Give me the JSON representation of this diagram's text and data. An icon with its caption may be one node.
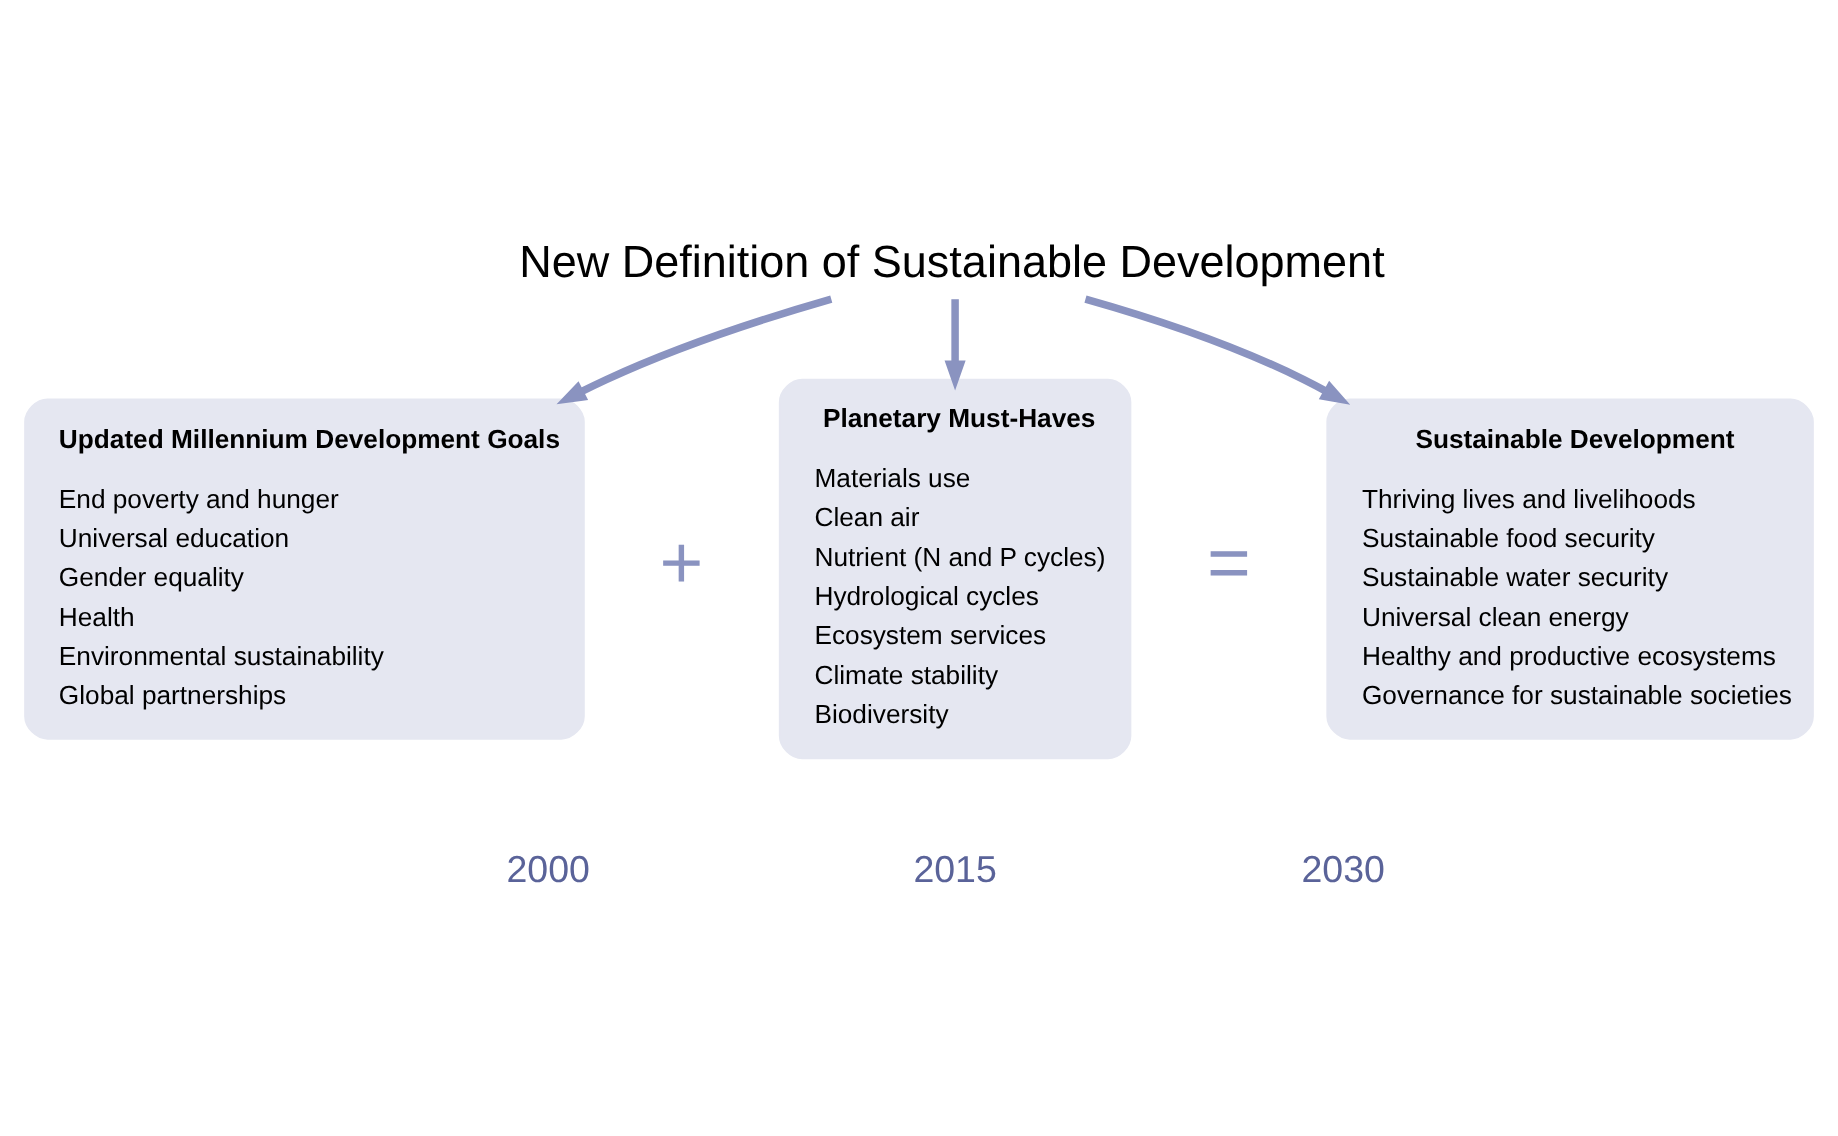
{
  "diagram": {
    "nodes": [
      {
        "text": [
          "New Definition of Sustainable Development"
        ]
      },
      {
        "text": [
          "Updated Millennium Development Goals",
          "End poverty and hunger",
          "Universal education",
          "Gender equality",
          "Health",
          "Environmental sustainability",
          "Global partnerships"
        ]
      },
      {
        "text": [
          "Planetary Must-Haves",
          "Materials use",
          "Clean air",
          "Nutrient (N and P cycles)",
          "Hydrological cycles",
          "Ecosystem services",
          "Climate stability",
          "Biodiversity"
        ]
      },
      {
        "text": [
          "Sustainable Development",
          "Thriving lives and livelihoods",
          "Sustainable food security",
          "Sustainable water security",
          "Universal clean energy",
          "Healthy and productive ecosystems",
          "Governance for sustainable societies"
        ]
      }
    ],
    "edges": [
      {
        "from": 0,
        "to": 1,
        "arrow": "to"
      },
      {
        "from": 0,
        "to": 2,
        "arrow": "to"
      },
      {
        "from": 0,
        "to": 3,
        "arrow": "to"
      }
    ],
    "labels": [
      "+",
      "=",
      "2000",
      "2015",
      "2030"
    ]
  }
}
